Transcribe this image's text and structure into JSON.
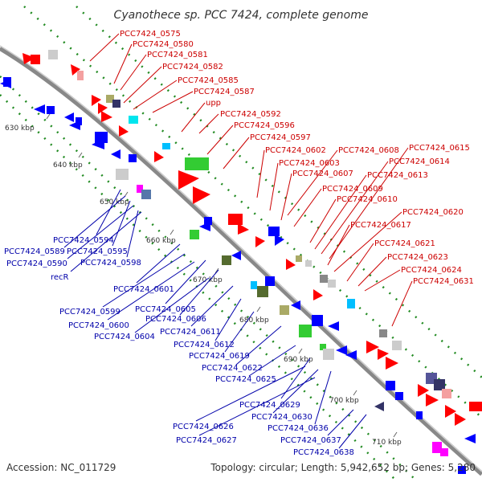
{
  "title": "Cyanothece sp. PCC 7424, complete genome",
  "footer": {
    "accession": "Accession: NC_011729",
    "topology": "Topology: circular; Length: 5,942,652 bp; Genes: 5,280"
  },
  "ticks": [
    "630 kbp",
    "640 kbp",
    "650 kbp",
    "660 kbp",
    "670 kbp",
    "680 kbp",
    "690 kbp",
    "700 kbp",
    "710 kbp"
  ],
  "colors": {
    "plus_strand": "#ff0000",
    "minus_strand": "#0000ff",
    "plus_label": "#cc0000",
    "minus_label": "#0000aa",
    "backbone": "#808080",
    "dots": "#228b22"
  },
  "labels_plus": [
    "PCC7424_0575",
    "PCC7424_0580",
    "PCC7424_0581",
    "PCC7424_0582",
    "PCC7424_0585",
    "PCC7424_0587",
    "upp",
    "PCC7424_0592",
    "PCC7424_0596",
    "PCC7424_0597",
    "PCC7424_0602",
    "PCC7424_0603",
    "PCC7424_0607",
    "PCC7424_0608",
    "PCC7424_0609",
    "PCC7424_0610",
    "PCC7424_0613",
    "PCC7424_0614",
    "PCC7424_0615",
    "PCC7424_0617",
    "PCC7424_0620",
    "PCC7424_0621",
    "PCC7424_0623",
    "PCC7424_0624",
    "PCC7424_0631"
  ],
  "labels_minus": [
    "PCC7424_0594",
    "PCC7424_0589",
    "PCC7424_0595",
    "PCC7424_0590",
    "PCC7424_0598",
    "recR",
    "PCC7424_0601",
    "PCC7424_0599",
    "PCC7424_0605",
    "PCC7424_0600",
    "PCC7424_0606",
    "PCC7424_0604",
    "PCC7424_0611",
    "PCC7424_0612",
    "PCC7424_0619",
    "PCC7424_0622",
    "PCC7424_0625",
    "PCC7424_0629",
    "PCC7424_0630",
    "PCC7424_0626",
    "PCC7424_0636",
    "PCC7424_0627",
    "PCC7424_0637",
    "PCC7424_0638"
  ]
}
